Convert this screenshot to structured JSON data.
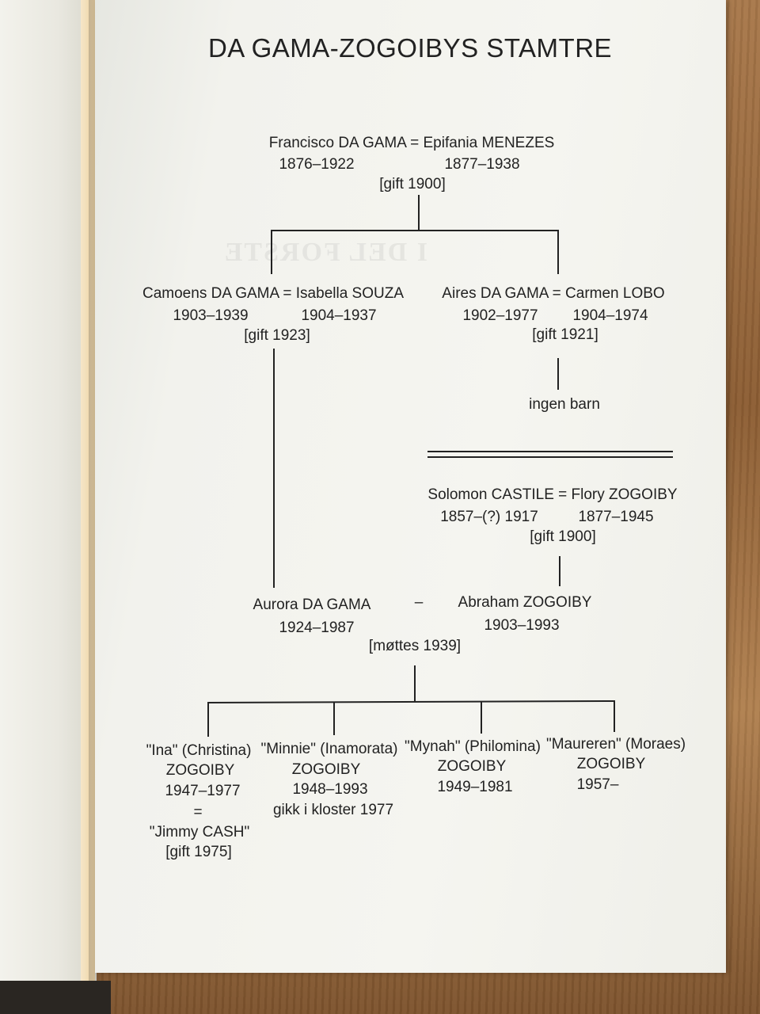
{
  "title": "DA GAMA-ZOGOIBYS STAMTRE",
  "gen1": {
    "couple": "Francisco DA GAMA = Epifania MENEZES",
    "years_left": "1876–1922",
    "years_right": "1877–1938",
    "marriage": "[gift 1900]"
  },
  "camoens": {
    "couple": "Camoens DA GAMA = Isabella SOUZA",
    "years_left": "1903–1939",
    "years_right": "1904–1937",
    "marriage": "[gift 1923]"
  },
  "aires": {
    "couple": "Aires DA GAMA = Carmen LOBO",
    "years_left": "1902–1977",
    "years_right": "1904–1974",
    "marriage": "[gift 1921]",
    "children": "ingen barn"
  },
  "castile": {
    "couple": "Solomon CASTILE = Flory ZOGOIBY",
    "years_left": "1857–(?) 1917",
    "years_right": "1877–1945",
    "marriage": "[gift 1900]"
  },
  "aurora": {
    "name": "Aurora DA GAMA",
    "years": "1924–1987"
  },
  "dash": "–",
  "abraham": {
    "name": "Abraham ZOGOIBY",
    "years": "1903–1993"
  },
  "meeting": "[møttes 1939]",
  "children": [
    {
      "given": "\"Ina\" (Christina)",
      "surname": "ZOGOIBY",
      "years": "1947–1977",
      "eq": "=",
      "spouse": "\"Jimmy CASH\"",
      "married": "[gift 1975]"
    },
    {
      "given": "\"Minnie\" (Inamorata)",
      "surname": "ZOGOIBY",
      "years": "1948–1993",
      "note": "gikk i kloster 1977"
    },
    {
      "given": "\"Mynah\" (Philomina)",
      "surname": "ZOGOIBY",
      "years": "1949–1981"
    },
    {
      "given": "\"Maureren\" (Moraes)",
      "surname": "ZOGOIBY",
      "years": "1957–"
    }
  ]
}
